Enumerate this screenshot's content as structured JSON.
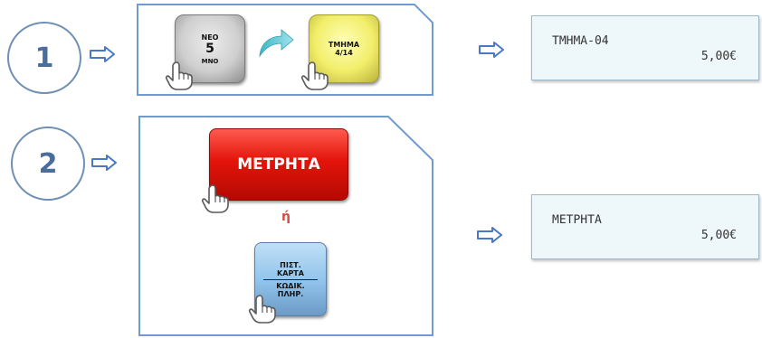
{
  "steps": [
    {
      "number": "1"
    },
    {
      "number": "2"
    }
  ],
  "step1": {
    "new_key": {
      "line1": "ΝΕΟ",
      "line2": "5",
      "line3": "ΜΝΟ"
    },
    "dept_key": {
      "line1": "ΤΜΗΜΑ",
      "line2": "4/14"
    },
    "display": {
      "text": "ΤΜΗΜΑ-04",
      "amount": "5,00€"
    }
  },
  "step2": {
    "cash_key": {
      "label": "ΜΕΤΡΗΤΑ"
    },
    "or_text": "ή",
    "card_key": {
      "line1": "ΠΙΣΤ.",
      "line2": "ΚΑΡΤΑ",
      "line3": "ΚΩΔΙΚ.",
      "line4": "ΠΛΗΡ."
    },
    "display": {
      "text": "ΜΕΤΡΗΤΑ",
      "amount": "5,00€"
    }
  },
  "colors": {
    "circle_border": "#6f8fb5",
    "arrow": "#4a78c4",
    "panel_border": "#6f9bd1",
    "cash_key": "#e3140a",
    "dept_key": "#f2ee6a",
    "card_key": "#8fc2ea",
    "display_bg": "#eef8fb"
  },
  "icons": [
    "arrow-right-icon",
    "curved-arrow-icon",
    "pointing-hand-icon"
  ]
}
